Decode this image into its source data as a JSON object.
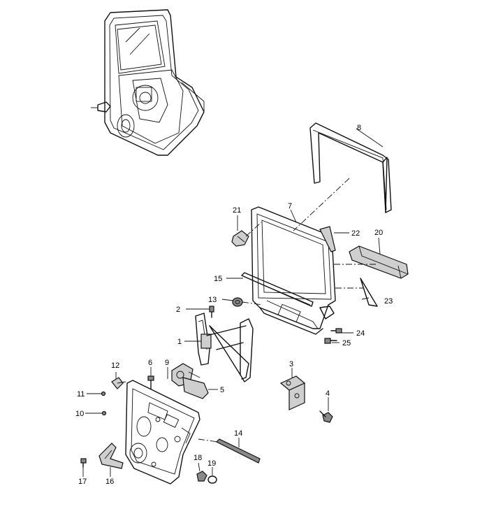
{
  "callouts": {
    "p1": "1",
    "p2": "2",
    "p3": "3",
    "p4": "4",
    "p5": "5",
    "p6": "6",
    "p7": "7",
    "p8": "8",
    "p9": "9",
    "p10": "10",
    "p11": "11",
    "p12": "12",
    "p13": "13",
    "p14": "14",
    "p15": "15",
    "p16": "16",
    "p17": "17",
    "p18": "18",
    "p19": "19",
    "p20": "20",
    "p21": "21",
    "p22": "22",
    "p23": "23",
    "p24": "24",
    "p25": "25"
  },
  "colors": {
    "line": "#111111",
    "shade": "#cfcfcf",
    "background": "#ffffff"
  }
}
